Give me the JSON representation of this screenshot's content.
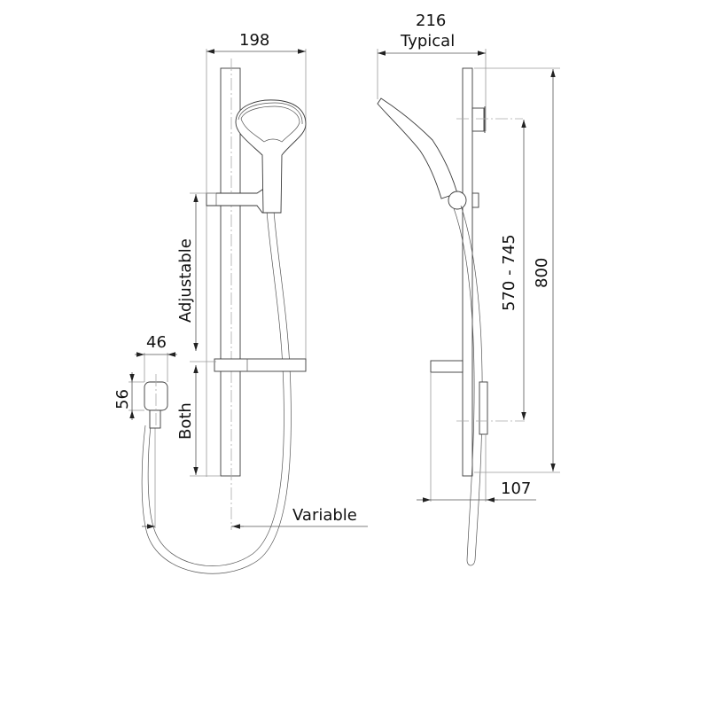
{
  "drawing": {
    "title": "Shower rail kit dimensional drawing",
    "views": [
      "front-view",
      "side-view",
      "wall-outlet-detail"
    ],
    "units": "mm",
    "line_color": "#3a3a3a",
    "background": "#ffffff"
  },
  "front_view": {
    "width_dim": "198",
    "adjustable_label": "Adjustable",
    "both_label": "Both",
    "variable_label": "Variable"
  },
  "outlet_detail": {
    "width_dim": "46",
    "height_dim": "56"
  },
  "side_view": {
    "projection_dim": "216",
    "projection_note": "Typical",
    "bracket_range_dim": "570 - 745",
    "rail_length_dim": "800",
    "depth_dim": "107"
  }
}
